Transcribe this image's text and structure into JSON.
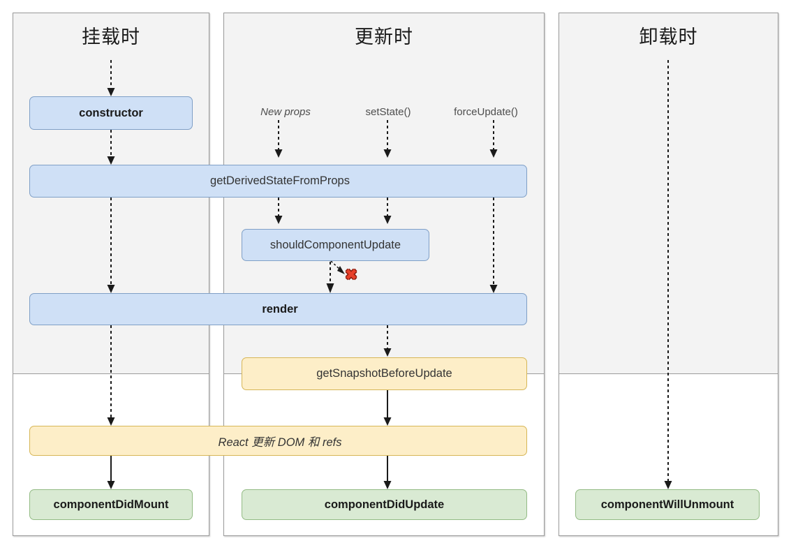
{
  "diagram": {
    "title_phases": [
      "挂载时",
      "更新时",
      "卸载时"
    ]
  },
  "phases": {
    "mount": {
      "title": "挂载时"
    },
    "update": {
      "title": "更新时"
    },
    "unmount": {
      "title": "卸载时"
    }
  },
  "triggers": {
    "new_props": "New props",
    "set_state": "setState()",
    "force_update": "forceUpdate()"
  },
  "nodes": {
    "constructor": "constructor",
    "get_derived_state_from_props": "getDerivedStateFromProps",
    "should_component_update": "shouldComponentUpdate",
    "render": "render",
    "get_snapshot_before_update": "getSnapshotBeforeUpdate",
    "react_updates_dom": "React 更新 DOM 和 refs",
    "component_did_mount": "componentDidMount",
    "component_did_update": "componentDidUpdate",
    "component_will_unmount": "componentWillUnmount"
  },
  "markers": {
    "skip_render": "✖"
  },
  "colors": {
    "blue_fill": "#cfe0f6",
    "blue_stroke": "#7f9fc6",
    "yellow_fill": "#fdeec8",
    "yellow_stroke": "#d6b656",
    "green_fill": "#d9ead3",
    "green_stroke": "#93bb84",
    "panel_top_fill": "#f3f3f3",
    "panel_stroke": "#9a9a9a",
    "x_mark": "#e8402a",
    "arrow": "#1a1a1a"
  }
}
